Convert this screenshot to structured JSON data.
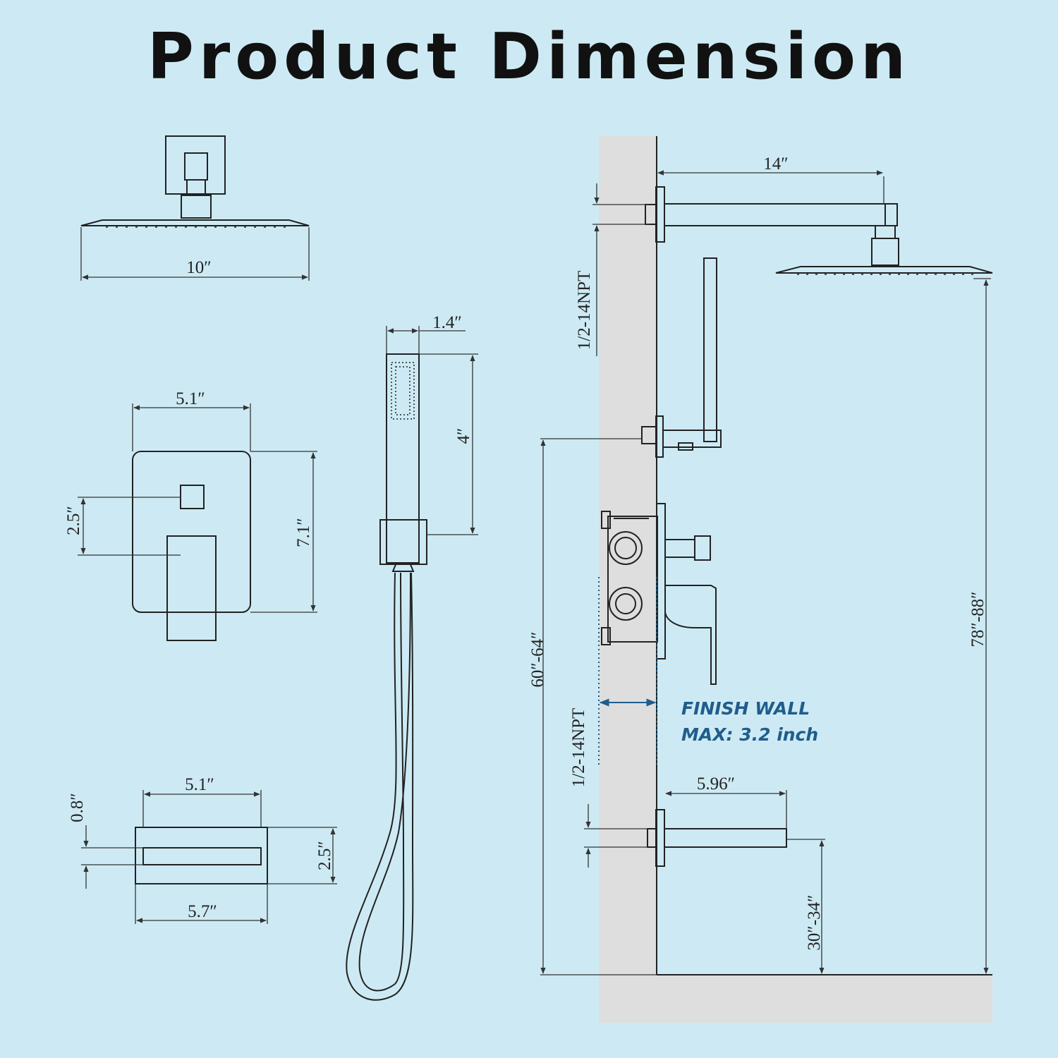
{
  "title": "Product Dimension",
  "colors": {
    "background": "#cdeaf4",
    "wall": "#dedede",
    "line": "#222222",
    "finish_wall_text": "#1f5d8c"
  },
  "labels": {
    "showerhead_width": "10″",
    "handheld_width": "1.4″",
    "handheld_head_length": "4″",
    "valve_plate_width": "5.1″",
    "valve_plate_height": "7.1″",
    "valve_knob_offset": "2.5″",
    "spout_top_width": "5.1″",
    "spout_bottom_width": "5.7″",
    "spout_opening_height": "0.8″",
    "spout_height": "2.5″",
    "shower_arm_length": "14″",
    "shower_arm_thread": "1/2-14NPT",
    "spout_thread": "1/2-14NPT",
    "valve_height": "60″-64″",
    "showerhead_height": "78″-88″",
    "spout_length": "5.96″",
    "spout_mount_height": "30″-34″",
    "finish_wall": "FINISH WALL",
    "finish_wall_max": "MAX: 3.2 inch"
  }
}
